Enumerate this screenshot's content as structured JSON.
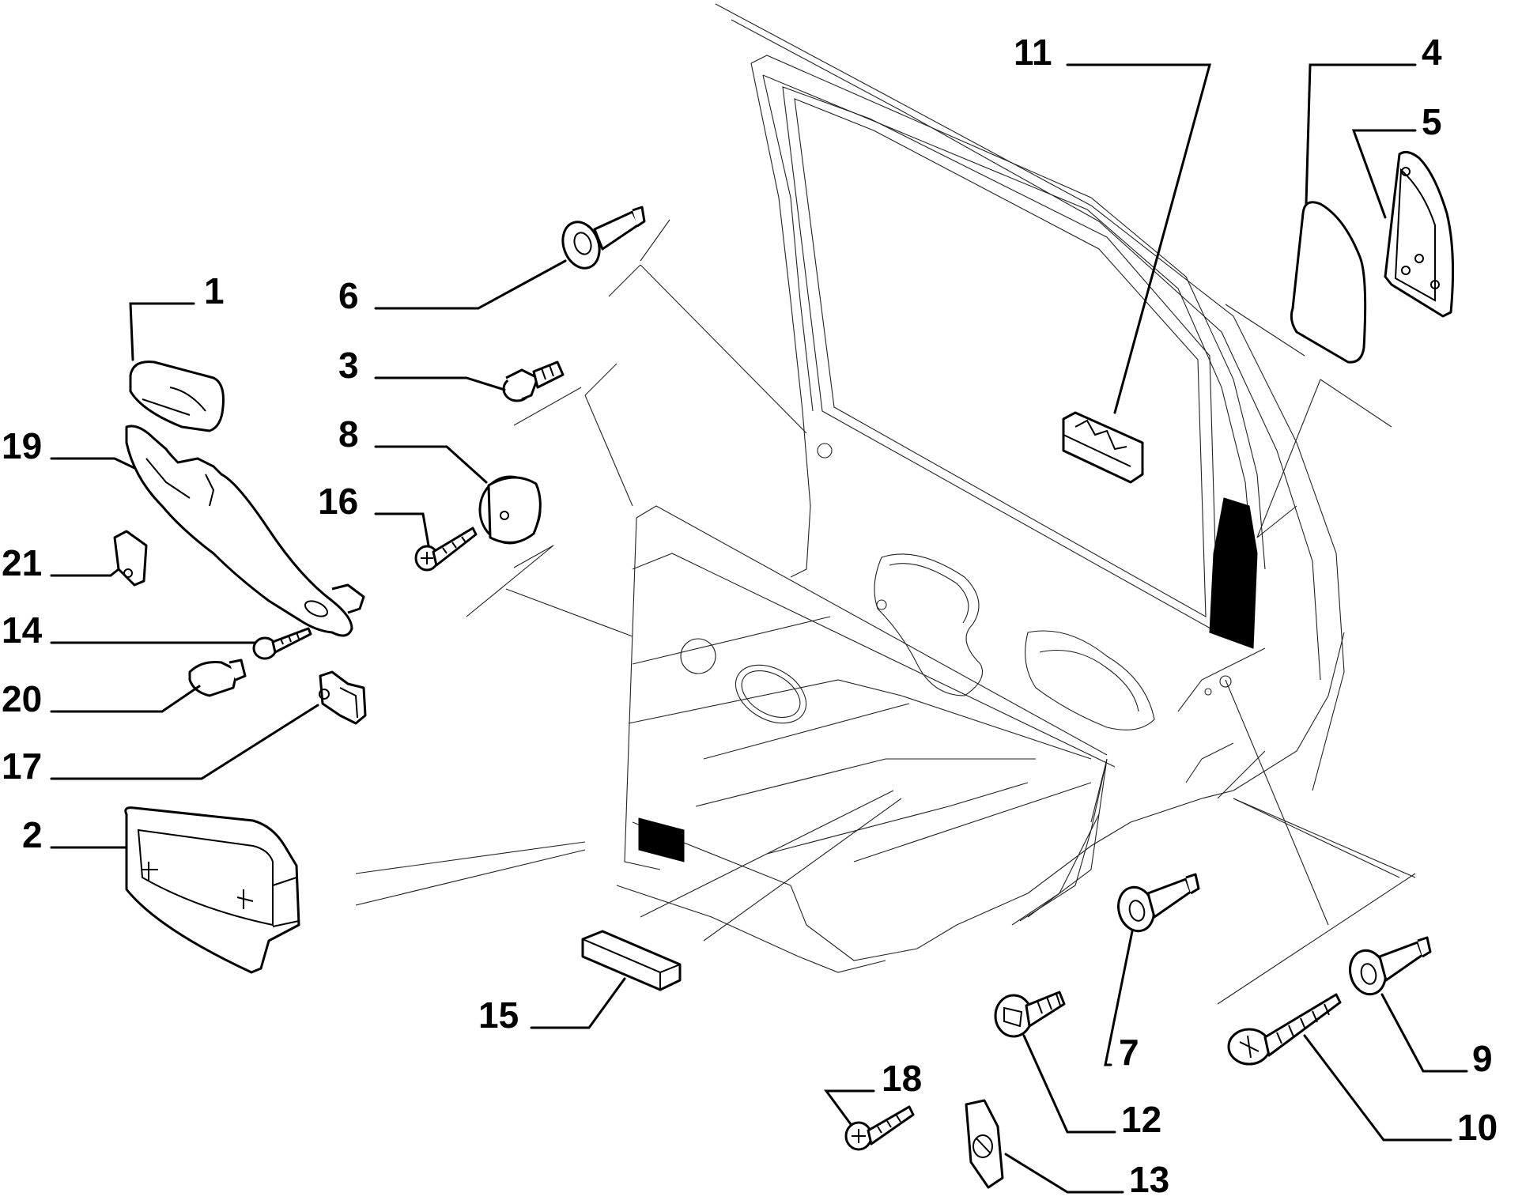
{
  "diagram": {
    "labels": {
      "p1": "1",
      "p2": "2",
      "p3": "3",
      "p4": "4",
      "p5": "5",
      "p6": "6",
      "p7": "7",
      "p8": "8",
      "p9": "9",
      "p10": "10",
      "p11": "11",
      "p12": "12",
      "p13": "13",
      "p14": "14",
      "p15": "15",
      "p16": "16",
      "p17": "17",
      "p18": "18",
      "p19": "19",
      "p20": "20",
      "p21": "21"
    },
    "colors": {
      "line": "#000000",
      "background": "#ffffff"
    }
  }
}
